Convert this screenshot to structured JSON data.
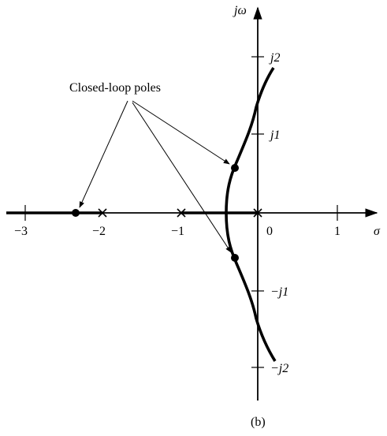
{
  "axes": {
    "real_axis_label": "σ",
    "imag_axis_label": "jω",
    "real_ticks": [
      "−3",
      "−2",
      "−1",
      "0",
      "1"
    ],
    "imag_ticks_upper": [
      "j2",
      "j1"
    ],
    "imag_ticks_lower": [
      "−j1",
      "−j2"
    ]
  },
  "annotation": {
    "text": "Closed-loop poles"
  },
  "open_loop_poles": [
    0,
    -1,
    -2
  ],
  "closed_loop_poles": [
    {
      "re": -2.33,
      "im": 0
    },
    {
      "re": -0.33,
      "im": 0.57
    },
    {
      "re": -0.33,
      "im": -0.57
    }
  ],
  "breakaway_point": -0.42,
  "caption": "(b)"
}
